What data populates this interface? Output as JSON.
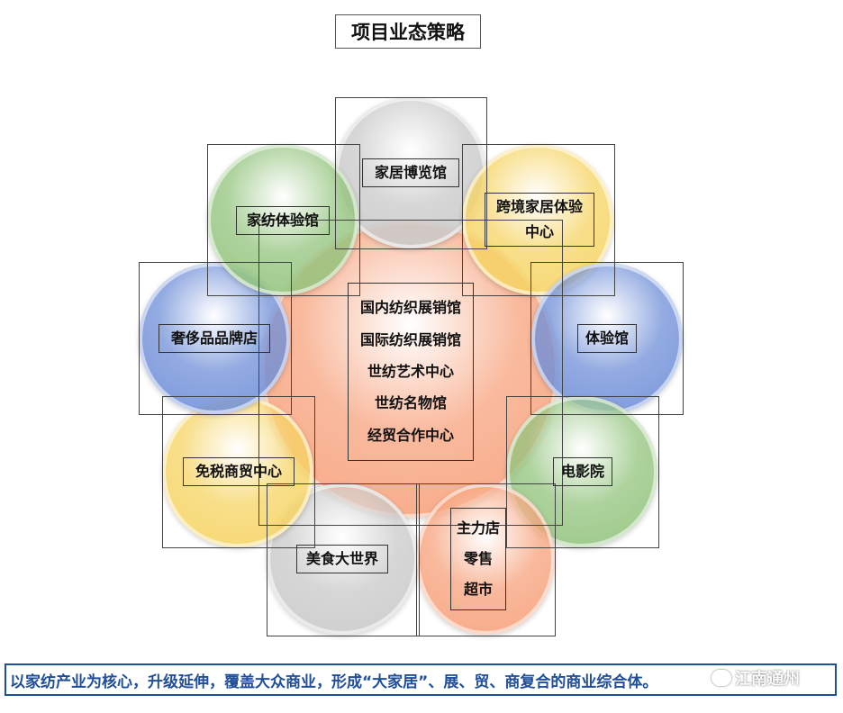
{
  "title": "项目业态策略",
  "colors": {
    "center": "#f7a27c",
    "gray": "#c9c9c9",
    "green": "#93c47d",
    "yellow": "#f6d463",
    "blue": "#6f8fd8",
    "orange": "#f7a27c",
    "slogan": "#1f4e9a"
  },
  "center": {
    "lines": [
      "国内纺织展销馆",
      "国际纺织展销馆",
      "世纺艺术中心",
      "世纺名物馆",
      "经贸合作中心"
    ]
  },
  "nodes": [
    {
      "id": "home-expo",
      "color": "gray",
      "lines": [
        "家居博览馆"
      ]
    },
    {
      "id": "cross-border",
      "color": "yellow",
      "lines": [
        "跨境家居体验",
        "中心"
      ]
    },
    {
      "id": "experience",
      "color": "blue",
      "lines": [
        "体验馆"
      ]
    },
    {
      "id": "cinema",
      "color": "green",
      "lines": [
        "电影院"
      ]
    },
    {
      "id": "anchor",
      "color": "orange",
      "lines": [
        "主力店",
        "零售",
        "超市"
      ]
    },
    {
      "id": "food",
      "color": "gray",
      "lines": [
        "美食大世界"
      ]
    },
    {
      "id": "duty-free",
      "color": "yellow",
      "lines": [
        "免税商贸中心"
      ]
    },
    {
      "id": "luxury",
      "color": "blue",
      "lines": [
        "奢侈品品牌店"
      ]
    },
    {
      "id": "textile-exp",
      "color": "green",
      "lines": [
        "家纺体验馆"
      ]
    }
  ],
  "slogan": "以家纺产业为核心，升级延伸，覆盖大众商业，形成“大家居”、展、贸、商复合的商业综合体。",
  "watermark": "江南通州"
}
